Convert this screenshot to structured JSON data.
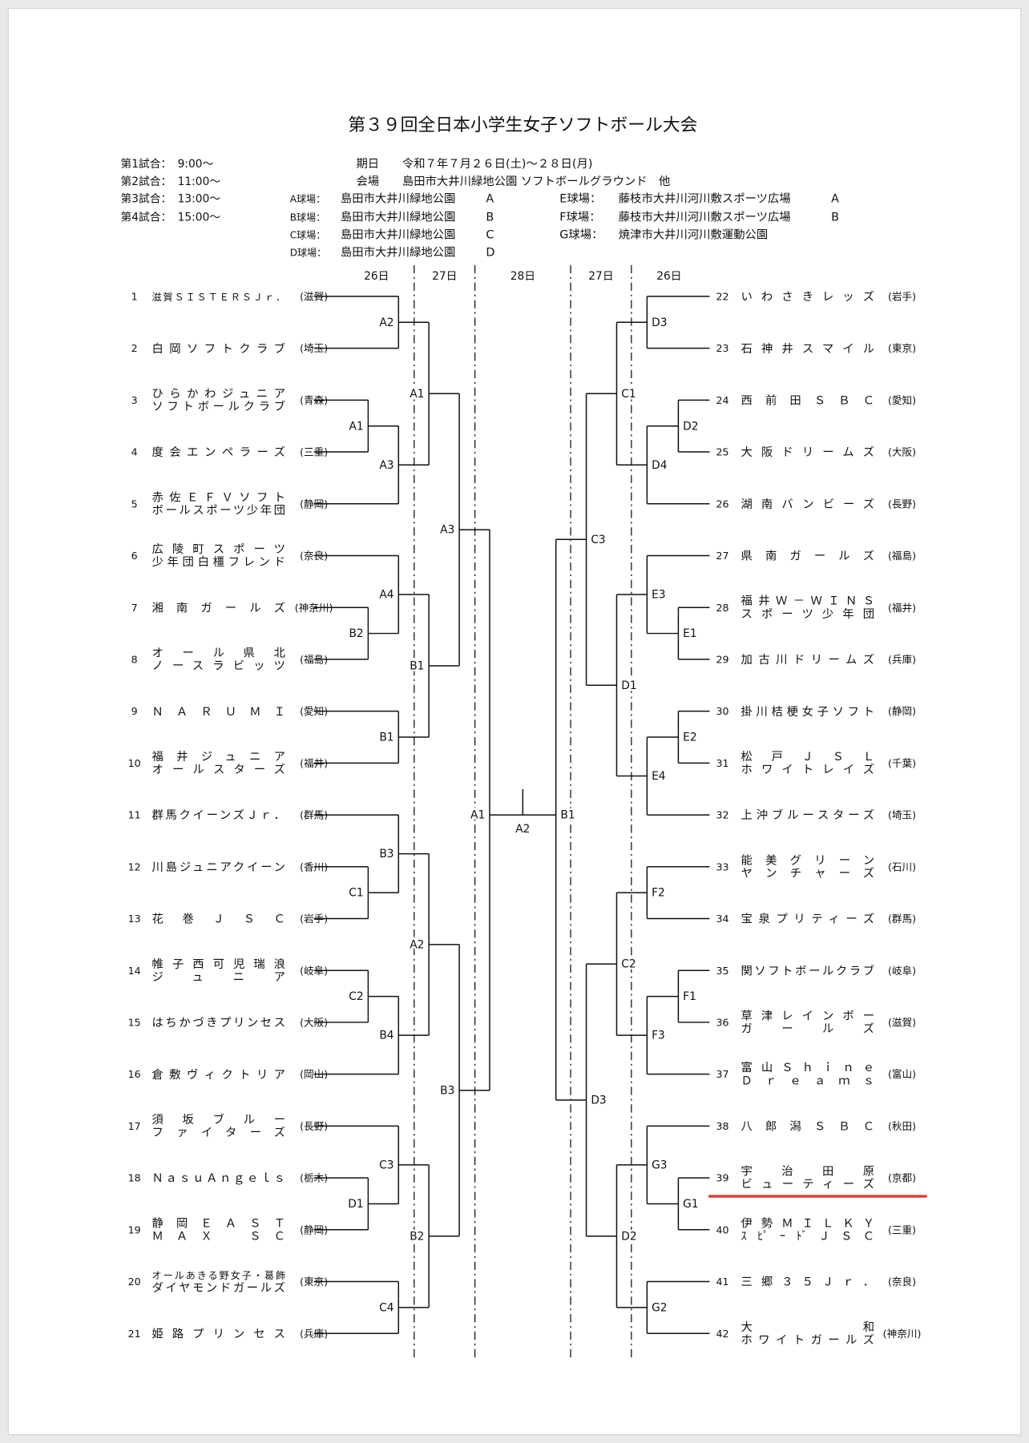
{
  "title": "第３９回全日本小学生女子ソフトボール大会",
  "schedule": [
    {
      "label": "第1試合：",
      "time": "9:00～"
    },
    {
      "label": "第2試合：",
      "time": "11:00～"
    },
    {
      "label": "第3試合：",
      "time": "13:00～"
    },
    {
      "label": "第4試合：",
      "time": "15:00～"
    }
  ],
  "period": {
    "label": "期日",
    "value": "令和７年７月２６日(土)～２８日(月)"
  },
  "venue": {
    "label": "会場",
    "value": "島田市大井川緑地公園 ソフトボールグラウンド　他"
  },
  "fields": [
    {
      "label": "A球場：",
      "place": "島田市大井川緑地公園",
      "code": "A"
    },
    {
      "label": "B球場：",
      "place": "島田市大井川緑地公園",
      "code": "B"
    },
    {
      "label": "C球場：",
      "place": "島田市大井川緑地公園",
      "code": "C"
    },
    {
      "label": "D球場：",
      "place": "島田市大井川緑地公園",
      "code": "D"
    },
    {
      "label": "E球場：",
      "place": "藤枝市大井川河川敷スポーツ広場",
      "code": "A"
    },
    {
      "label": "F球場：",
      "place": "藤枝市大井川河川敷スポーツ広場",
      "code": "B"
    },
    {
      "label": "G球場：",
      "place": "焼津市大井川河川敷運動公園",
      "code": ""
    }
  ],
  "days": [
    "26日",
    "27日",
    "28日",
    "27日",
    "26日"
  ],
  "teams": [
    {
      "num": "1",
      "name": [
        "滋賀ＳＩＳＴＥＲＳＪｒ．"
      ],
      "pref": "(滋賀)"
    },
    {
      "num": "2",
      "name": [
        "白岡ソフトクラブ"
      ],
      "pref": "(埼玉)"
    },
    {
      "num": "3",
      "name": [
        "ひらかわジュニア",
        "ソフトボールクラブ"
      ],
      "pref": "(青森)"
    },
    {
      "num": "4",
      "name": [
        "度会エンペラーズ"
      ],
      "pref": "(三重)"
    },
    {
      "num": "5",
      "name": [
        "赤佐ＥＦＶソフト",
        "ボールスポーツ少年団"
      ],
      "pref": "(静岡)"
    },
    {
      "num": "6",
      "name": [
        "広陵町スポーツ",
        "少年団白橿フレンド"
      ],
      "pref": "(奈良)"
    },
    {
      "num": "7",
      "name": [
        "湘南ガールズ"
      ],
      "pref": "(神奈川)"
    },
    {
      "num": "8",
      "name": [
        "オール県北",
        "ノースラビッツ"
      ],
      "pref": "(福島)"
    },
    {
      "num": "9",
      "name": [
        "ＮＡＲＵＭＩ"
      ],
      "pref": "(愛知)"
    },
    {
      "num": "10",
      "name": [
        "福井ジュニア",
        "オールスターズ"
      ],
      "pref": "(福井)"
    },
    {
      "num": "11",
      "name": [
        "群馬クイーンズＪｒ．"
      ],
      "pref": "(群馬)"
    },
    {
      "num": "12",
      "name": [
        "川島ジュニアクイーン"
      ],
      "pref": "(香川)"
    },
    {
      "num": "13",
      "name": [
        "花巻ＪＳＣ"
      ],
      "pref": "(岩手)"
    },
    {
      "num": "14",
      "name": [
        "帷子西可児瑞浪",
        "ジュニア"
      ],
      "pref": "(岐阜)"
    },
    {
      "num": "15",
      "name": [
        "はちかづきプリンセス"
      ],
      "pref": "(大阪)"
    },
    {
      "num": "16",
      "name": [
        "倉敷ヴィクトリア"
      ],
      "pref": "(岡山)"
    },
    {
      "num": "17",
      "name": [
        "須坂ブルー",
        "ファイターズ"
      ],
      "pref": "(長野)"
    },
    {
      "num": "18",
      "name": [
        "ＮａｓｕＡｎｇｅｌｓ"
      ],
      "pref": "(栃木)"
    },
    {
      "num": "19",
      "name": [
        "静岡ＥＡＳＴ",
        "ＭＡＸ　ＳＣ"
      ],
      "pref": "(静岡)"
    },
    {
      "num": "20",
      "name": [
        "オールあきる野女子・葛飾",
        "ダイヤモンドガールズ"
      ],
      "pref": "(東京)"
    },
    {
      "num": "21",
      "name": [
        "姫路プリンセス"
      ],
      "pref": "(兵庫)"
    },
    {
      "num": "22",
      "name": [
        "いわさきレッズ"
      ],
      "pref": "(岩手)"
    },
    {
      "num": "23",
      "name": [
        "石神井スマイル"
      ],
      "pref": "(東京)"
    },
    {
      "num": "24",
      "name": [
        "西前田ＳＢＣ"
      ],
      "pref": "(愛知)"
    },
    {
      "num": "25",
      "name": [
        "大阪ドリームズ"
      ],
      "pref": "(大阪)"
    },
    {
      "num": "26",
      "name": [
        "湖南バンビーズ"
      ],
      "pref": "(長野)"
    },
    {
      "num": "27",
      "name": [
        "県南ガールズ"
      ],
      "pref": "(福島)"
    },
    {
      "num": "28",
      "name": [
        "福井Ｗ－ＷＩＮＳ",
        "スポーツ少年団"
      ],
      "pref": "(福井)"
    },
    {
      "num": "29",
      "name": [
        "加古川ドリームズ"
      ],
      "pref": "(兵庫)"
    },
    {
      "num": "30",
      "name": [
        "掛川桔梗女子ソフト"
      ],
      "pref": "(静岡)"
    },
    {
      "num": "31",
      "name": [
        "松戸ＪＳＬ",
        "ホワイトレイズ"
      ],
      "pref": "(千葉)"
    },
    {
      "num": "32",
      "name": [
        "上沖ブルースターズ"
      ],
      "pref": "(埼玉)"
    },
    {
      "num": "33",
      "name": [
        "能美グリーン",
        "ヤンチャーズ"
      ],
      "pref": "(石川)"
    },
    {
      "num": "34",
      "name": [
        "宝泉プリティーズ"
      ],
      "pref": "(群馬)"
    },
    {
      "num": "35",
      "name": [
        "関ソフトボールクラブ"
      ],
      "pref": "(岐阜)"
    },
    {
      "num": "36",
      "name": [
        "草津レインボー",
        "ガールズ"
      ],
      "pref": "(滋賀)"
    },
    {
      "num": "37",
      "name": [
        "富山Ｓｈｉｎｅ",
        "Ｄｒｅａｍｓ"
      ],
      "pref": "(富山)"
    },
    {
      "num": "38",
      "name": [
        "八郎潟ＳＢＣ"
      ],
      "pref": "(秋田)"
    },
    {
      "num": "39",
      "name": [
        "宇治田原",
        "ビューティーズ"
      ],
      "pref": "(京都)",
      "highlight": true
    },
    {
      "num": "40",
      "name": [
        "伊勢ＭＩＬＫＹ",
        "ｽﾋﾟｰﾄﾞＪＳＣ"
      ],
      "pref": "(三重)"
    },
    {
      "num": "41",
      "name": [
        "三郷３５Ｊｒ．"
      ],
      "pref": "(奈良)"
    },
    {
      "num": "42",
      "name": [
        "大和",
        "ホワイトガールズ"
      ],
      "pref": "(神奈川)"
    }
  ],
  "bracket": {
    "final_label": "A2",
    "left": {
      "label": "A1",
      "children": [
        {
          "label": "A3",
          "children": [
            {
              "label": "A1",
              "children": [
                {
                  "label": "A2",
                  "children": [
                    {
                      "team": 1
                    },
                    {
                      "team": 2
                    }
                  ]
                },
                {
                  "label": "A3",
                  "children": [
                    {
                      "label": "A1",
                      "children": [
                        {
                          "team": 3
                        },
                        {
                          "team": 4
                        }
                      ]
                    },
                    {
                      "team": 5
                    }
                  ]
                }
              ]
            },
            {
              "label": "B1",
              "children": [
                {
                  "label": "A4",
                  "children": [
                    {
                      "team": 6
                    },
                    {
                      "label": "B2",
                      "children": [
                        {
                          "team": 7
                        },
                        {
                          "team": 8
                        }
                      ]
                    }
                  ]
                },
                {
                  "label": "B1",
                  "children": [
                    {
                      "team": 9
                    },
                    {
                      "team": 10
                    }
                  ]
                }
              ]
            }
          ]
        },
        {
          "label": "B3",
          "children": [
            {
              "label": "A2",
              "children": [
                {
                  "label": "B3",
                  "children": [
                    {
                      "team": 11
                    },
                    {
                      "label": "C1",
                      "children": [
                        {
                          "team": 12
                        },
                        {
                          "team": 13
                        }
                      ]
                    }
                  ]
                },
                {
                  "label": "B4",
                  "children": [
                    {
                      "label": "C2",
                      "children": [
                        {
                          "team": 14
                        },
                        {
                          "team": 15
                        }
                      ]
                    },
                    {
                      "team": 16
                    }
                  ]
                }
              ]
            },
            {
              "label": "B2",
              "children": [
                {
                  "label": "C3",
                  "children": [
                    {
                      "team": 17
                    },
                    {
                      "label": "D1",
                      "children": [
                        {
                          "team": 18
                        },
                        {
                          "team": 19
                        }
                      ]
                    }
                  ]
                },
                {
                  "label": "C4",
                  "children": [
                    {
                      "team": 20
                    },
                    {
                      "team": 21
                    }
                  ]
                }
              ]
            }
          ]
        }
      ]
    },
    "right": {
      "label": "B1",
      "children": [
        {
          "label": "C3",
          "children": [
            {
              "label": "C1",
              "children": [
                {
                  "label": "D3",
                  "children": [
                    {
                      "team": 22
                    },
                    {
                      "team": 23
                    }
                  ]
                },
                {
                  "label": "D4",
                  "children": [
                    {
                      "label": "D2",
                      "children": [
                        {
                          "team": 24
                        },
                        {
                          "team": 25
                        }
                      ]
                    },
                    {
                      "team": 26
                    }
                  ]
                }
              ]
            },
            {
              "label": "D1",
              "children": [
                {
                  "label": "E3",
                  "children": [
                    {
                      "team": 27
                    },
                    {
                      "label": "E1",
                      "children": [
                        {
                          "team": 28
                        },
                        {
                          "team": 29
                        }
                      ]
                    }
                  ]
                },
                {
                  "label": "E4",
                  "children": [
                    {
                      "label": "E2",
                      "children": [
                        {
                          "team": 30
                        },
                        {
                          "team": 31
                        }
                      ]
                    },
                    {
                      "team": 32
                    }
                  ]
                }
              ]
            }
          ]
        },
        {
          "label": "D3",
          "children": [
            {
              "label": "C2",
              "children": [
                {
                  "label": "F2",
                  "children": [
                    {
                      "team": 33
                    },
                    {
                      "team": 34
                    }
                  ]
                },
                {
                  "label": "F3",
                  "children": [
                    {
                      "label": "F1",
                      "children": [
                        {
                          "team": 35
                        },
                        {
                          "team": 36
                        }
                      ]
                    },
                    {
                      "team": 37
                    }
                  ]
                }
              ]
            },
            {
              "label": "D2",
              "children": [
                {
                  "label": "G3",
                  "children": [
                    {
                      "team": 38
                    },
                    {
                      "label": "G1",
                      "children": [
                        {
                          "team": 39
                        },
                        {
                          "team": 40
                        }
                      ]
                    }
                  ]
                },
                {
                  "label": "G2",
                  "children": [
                    {
                      "team": 41
                    },
                    {
                      "team": 42
                    }
                  ]
                }
              ]
            }
          ]
        }
      ]
    }
  },
  "colors": {
    "highlight": "#e53935",
    "ink": "#111111",
    "paper": "#ffffff"
  }
}
